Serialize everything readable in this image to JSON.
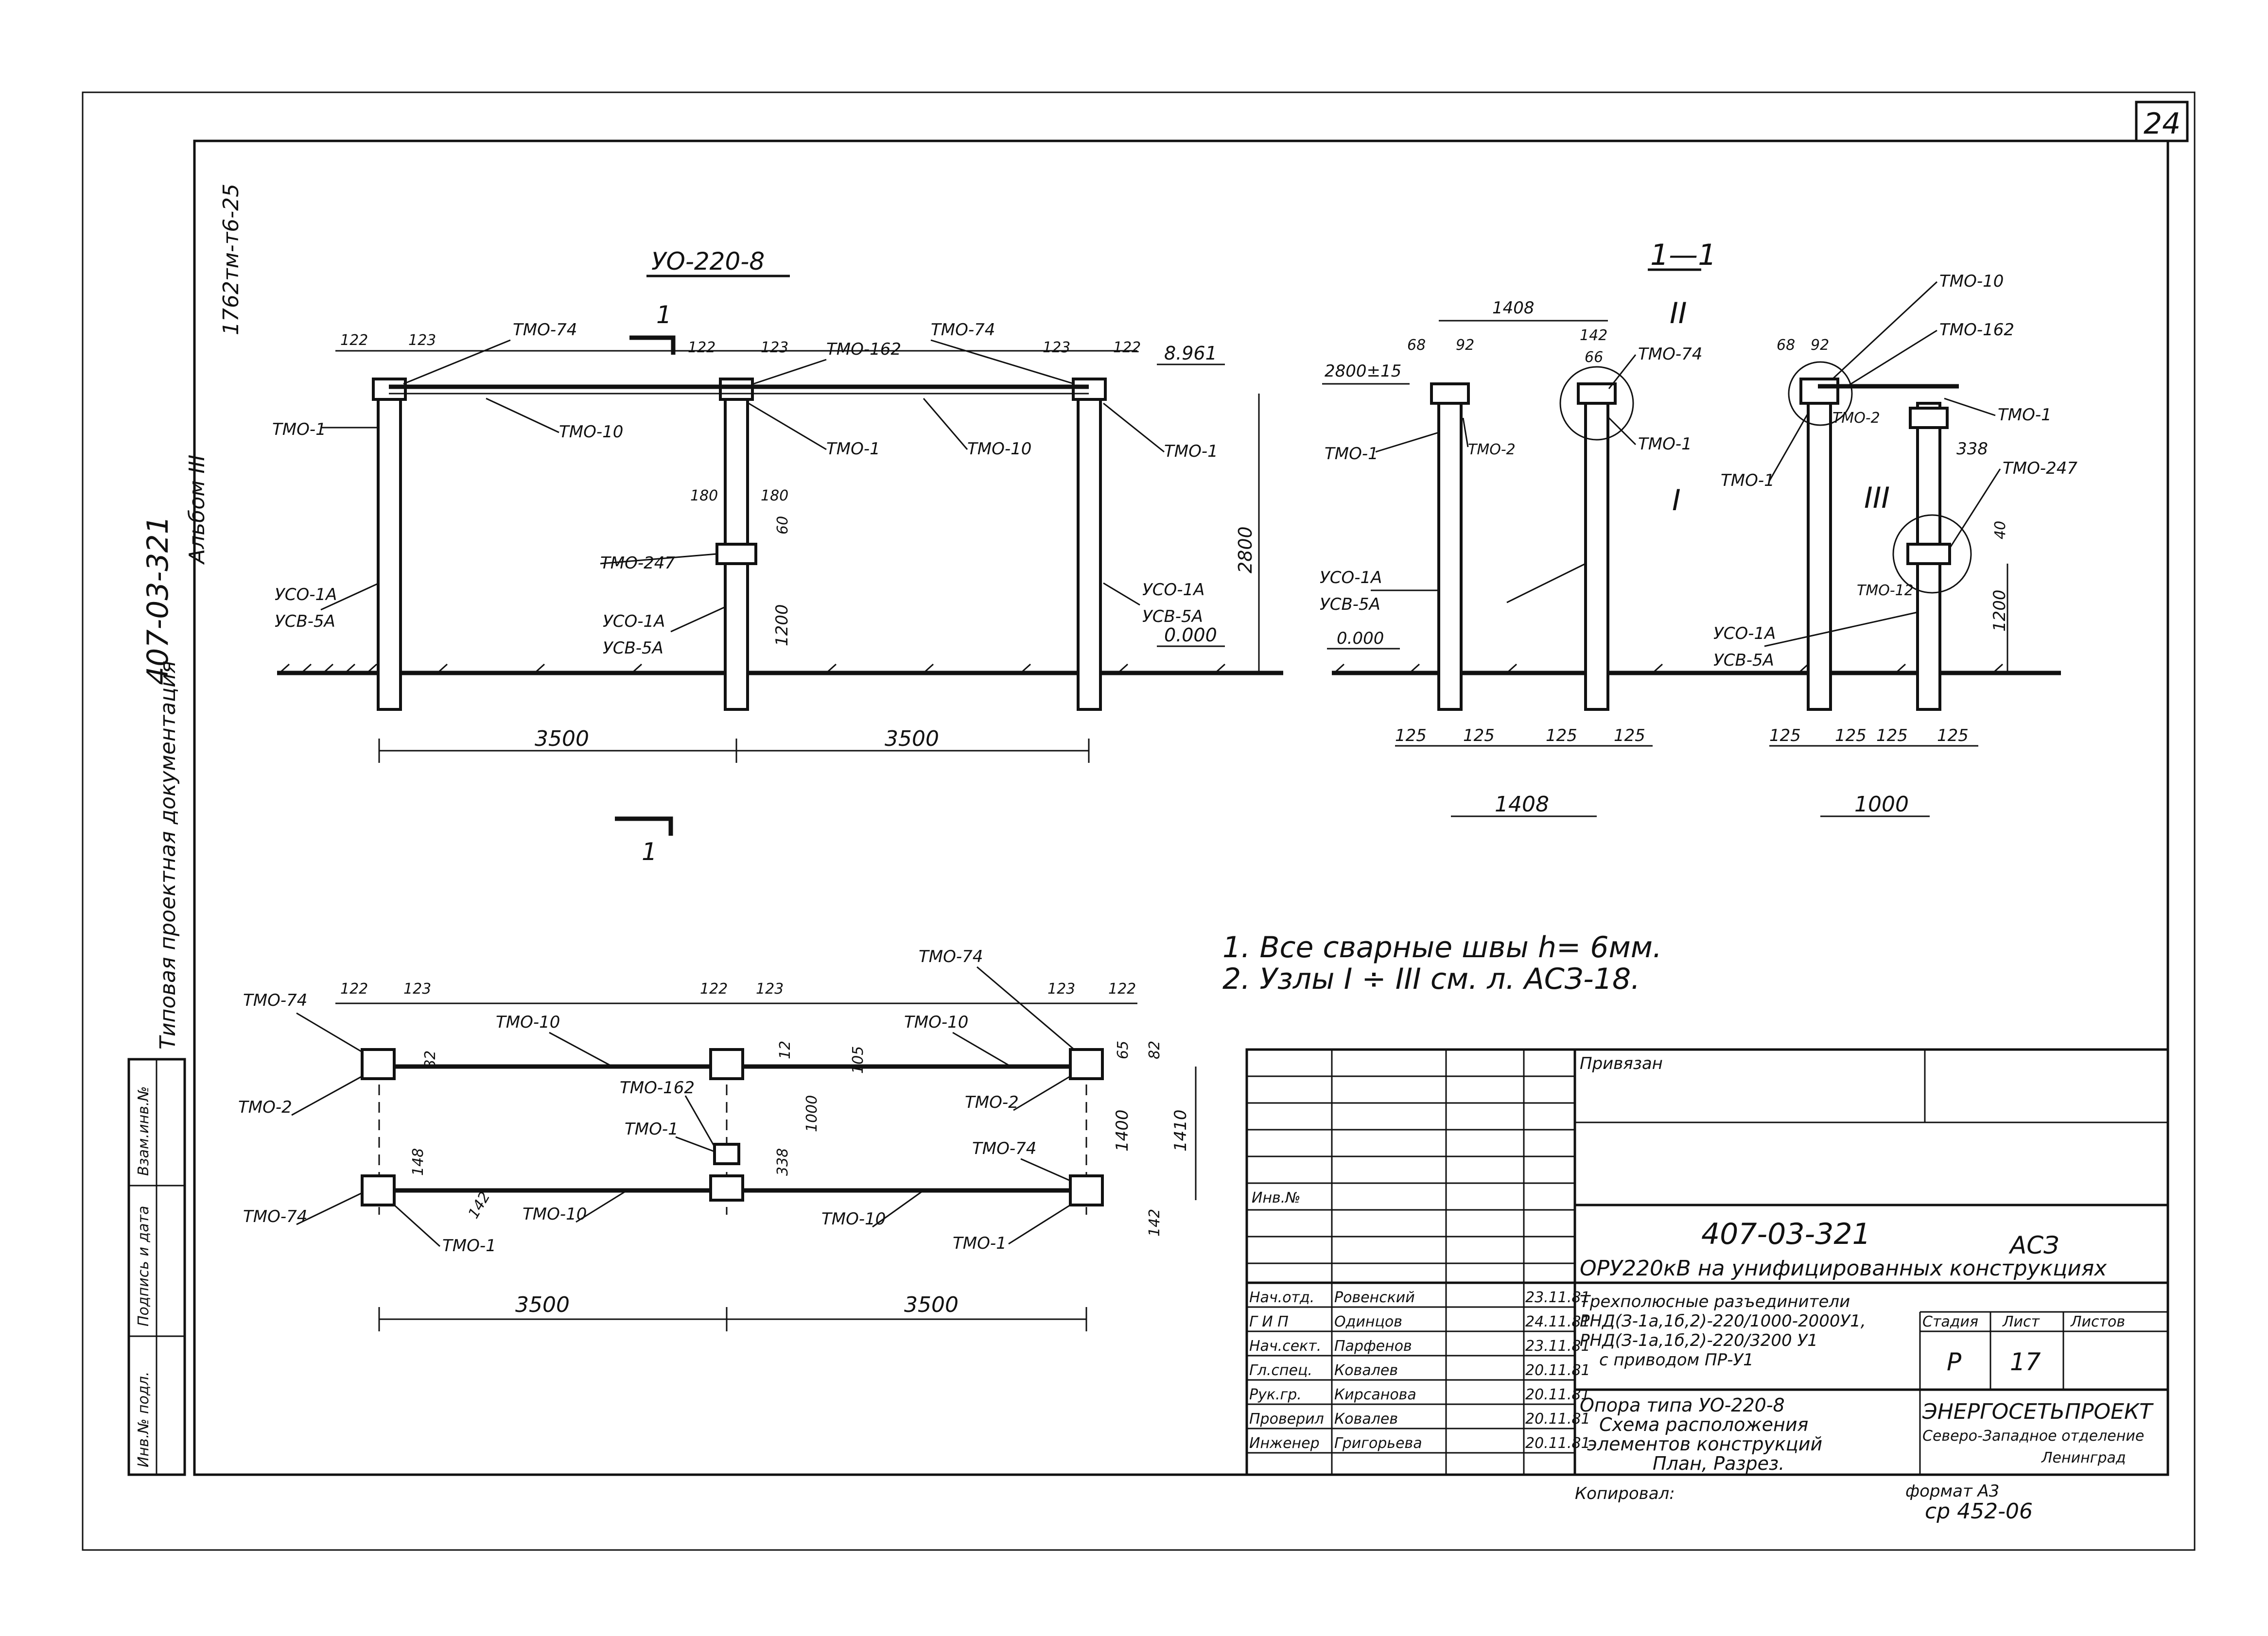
{
  "sheet": {
    "number": "24"
  },
  "left_margin": {
    "album_code": "1762тм-т6-25",
    "series": "407-03-321",
    "album": "Альбом III",
    "subtitle": "Типовая проектная документация"
  },
  "section_front": {
    "title": "УО-220-8",
    "section_mark": "1",
    "elevation_top": "8.961",
    "elevation_zero": "0.000",
    "height": "2800",
    "span_left": "3500",
    "span_right": "3500",
    "dims_top": [
      "122",
      "123",
      "122",
      "123",
      "123",
      "122"
    ],
    "dim_180a": "180",
    "dim_180b": "180",
    "dim_60": "60",
    "dim_1200": "1200",
    "labels": {
      "tmo74_left": "ТМО-74",
      "tmo162": "ТМО-162",
      "tmo74_right": "ТМО-74",
      "tmo1_left": "ТМО-1",
      "tmo10_left": "ТМО-10",
      "tmo1_mid": "ТМО-1",
      "tmo10_right": "ТМО-10",
      "tmo1_right": "ТМО-1",
      "tmo247": "ТМО-247",
      "uso_l1": "УСО-1А",
      "uso_l2": "УСВ-5А",
      "uso_m1": "УСО-1А",
      "uso_m2": "УСВ-5А",
      "uso_r1": "УСО-1А",
      "uso_r2": "УСВ-5А"
    }
  },
  "section_1_1": {
    "title": "1—1",
    "mark_II": "II",
    "mark_I": "I",
    "mark_III": "III",
    "dim_1408": "1408",
    "dim_68a": "68",
    "dim_92a": "92",
    "dim_142": "142",
    "dim_66": "66",
    "dim_68b": "68",
    "dim_92b": "92",
    "dim_2800": "2800±15",
    "elevation_zero": "0.000",
    "dim_338": "338",
    "dim_40": "40",
    "dim_1200": "1200",
    "bottom_dims_left": [
      "125",
      "125",
      "125",
      "125"
    ],
    "bottom_dims_right": [
      "125",
      "125",
      "125",
      "125"
    ],
    "base_left": "1408",
    "base_right": "1000",
    "labels": {
      "tmo74": "ТМО-74",
      "tmo1_a": "ТМО-1",
      "tmo2_a": "ТМО-2",
      "tmo1_b": "ТМО-1",
      "tmo10": "ТМО-10",
      "tmo162": "ТМО-162",
      "tmo1_c": "ТМО-1",
      "tmo2_b": "ТМО-2",
      "tmo1_d": "ТМО-1",
      "tmo247": "ТМО-247",
      "tmo12": "ТМО-12",
      "uso_l1": "УСО-1А",
      "uso_l2": "УСВ-5А",
      "uso_r1": "УСО-1А",
      "uso_r2": "УСВ-5А"
    }
  },
  "plan": {
    "dims_top": [
      "122",
      "123",
      "122",
      "123",
      "123",
      "122"
    ],
    "dim_82a": "82",
    "dim_12": "12",
    "dim_105": "105",
    "dim_1000": "1000",
    "dim_65": "65",
    "dim_82b": "82",
    "dim_1400": "1400",
    "dim_1410": "1410",
    "dim_338": "338",
    "dim_148": "148",
    "dim_142a": "142",
    "dim_142b": "142",
    "span_left": "3500",
    "span_right": "3500",
    "labels": {
      "tmo74_tl": "ТМО-74",
      "tmo10_t1": "ТМО-10",
      "tmo10_t2": "ТМО-10",
      "tmo74_tr": "ТМО-74",
      "tmo2_l": "ТМО-2",
      "tmo162": "ТМО-162",
      "tmo1_c": "ТМО-1",
      "tmo2_r": "ТМО-2",
      "tmo74_mr": "ТМО-74",
      "tmo74_bl": "ТМО-74",
      "tmo10_b1": "ТМО-10",
      "tmo10_b2": "ТМО-10",
      "tmo1_bl": "ТМО-1",
      "tmo1_br": "ТМО-1"
    }
  },
  "notes": [
    "1. Все сварные швы h= 6мм.",
    "2. Узлы I ÷ III см. л. АСЗ-18."
  ],
  "title_block": {
    "privyazan": "Привязан",
    "inv_no": "Инв.№",
    "code": "407-03-321",
    "mark": "АСЗ",
    "project": "ОРУ220кВ на унифицированных конструкциях",
    "description": [
      "Трехполюсные разъединители",
      "РНД(З-1а,1б,2)-220/1000-2000У1,",
      "РНД(З-1а,1б,2)-220/3200 У1",
      "с приводом ПР-У1"
    ],
    "sheet_title": [
      "Опора типа УО-220-8",
      "Схема расположения",
      "элементов конструкций",
      "План, Разрез."
    ],
    "stage_header": "Стадия",
    "sheet_header": "Лист",
    "sheets_header": "Листов",
    "stage": "Р",
    "sheet": "17",
    "org": "ЭНЕРГОСЕТЬПРОЕКТ",
    "org_dept": "Северо-Западное отделение",
    "org_city": "Ленинград",
    "staff": [
      {
        "role": "Нач.отд.",
        "name": "Ровенский",
        "date": "23.11.81"
      },
      {
        "role": "Г И П",
        "name": "Одинцов",
        "date": "24.11.81"
      },
      {
        "role": "Нач.сект.",
        "name": "Парфенов",
        "date": "23.11.81"
      },
      {
        "role": "Гл.спец.",
        "name": "Ковалев",
        "date": "20.11.81"
      },
      {
        "role": "Рук.гр.",
        "name": "Кирсанова",
        "date": "20.11.81"
      },
      {
        "role": "Проверил",
        "name": "Ковалев",
        "date": "20.11.81"
      },
      {
        "role": "Инженер",
        "name": "Григорьева",
        "date": "20.11.81"
      }
    ],
    "copied": "Копировал:",
    "format": "формат А3",
    "ref": "ср 452-06"
  },
  "left_strip": {
    "cells": [
      "Взам.инв.№",
      "Подпись и дата",
      "Инв.№ подл."
    ]
  }
}
